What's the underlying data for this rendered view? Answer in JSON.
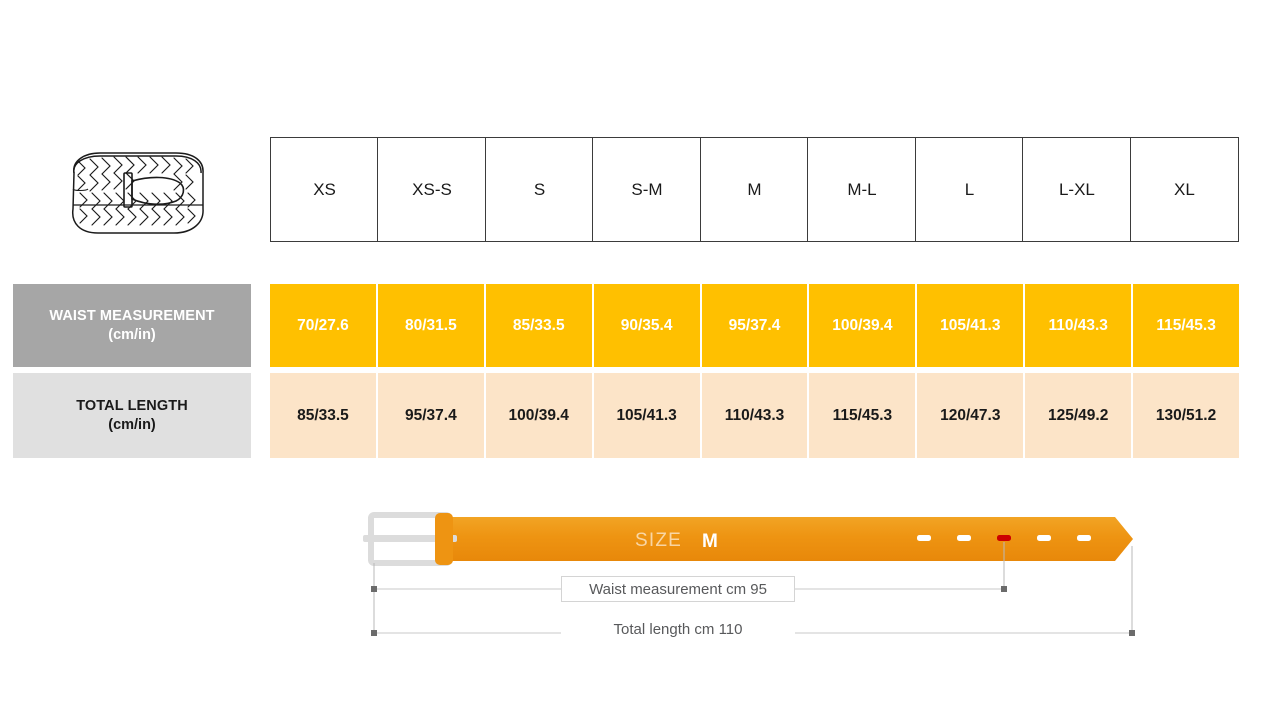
{
  "product": {
    "icon_name": "braided-belt-illustration",
    "alt": "Coiled braided belt with buckle"
  },
  "table": {
    "size_header": [
      "XS",
      "XS-S",
      "S",
      "S-M",
      "M",
      "M-L",
      "L",
      "L-XL",
      "XL"
    ],
    "rows": [
      {
        "id": "waist",
        "label_line1": "WAIST MEASUREMENT",
        "label_line2": "(cm/in)",
        "label_bg": "#A6A6A6",
        "label_color": "#FFFFFF",
        "cell_bg": "#FFC000",
        "cell_color": "#FFFFFF",
        "values": [
          "70/27.6",
          "80/31.5",
          "85/33.5",
          "90/35.4",
          "95/37.4",
          "100/39.4",
          "105/41.3",
          "110/43.3",
          "115/45.3"
        ]
      },
      {
        "id": "length",
        "label_line1": "TOTAL LENGTH",
        "label_line2": "(cm/in)",
        "label_bg": "#E0E0E0",
        "label_color": "#1A1A1A",
        "cell_bg": "#FCE4C8",
        "cell_color": "#1A1A1A",
        "values": [
          "85/33.5",
          "95/37.4",
          "100/39.4",
          "105/41.3",
          "110/43.3",
          "115/45.3",
          "120/47.3",
          "125/49.2",
          "130/51.2"
        ]
      }
    ]
  },
  "diagram": {
    "belt_color": "#EE9412",
    "buckle_color": "#DCDCDC",
    "size_prefix": "SIZE",
    "size_value": "M",
    "holes_total": 5,
    "active_hole_index": 3,
    "active_hole_color": "#CC0000",
    "inactive_hole_color": "#FFFFFF",
    "waist_dimension_label": "Waist measurement cm 95",
    "total_dimension_label": "Total length cm 110"
  }
}
